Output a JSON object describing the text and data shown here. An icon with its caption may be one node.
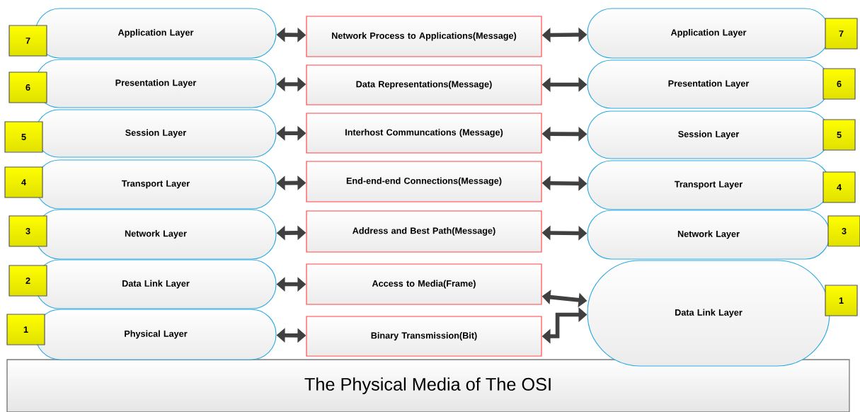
{
  "diagram": {
    "nodes": [
      {
        "text": [
          "Application Layer"
        ]
      },
      {
        "text": [
          "Presentation Layer"
        ]
      },
      {
        "text": [
          "Session Layer"
        ]
      },
      {
        "text": [
          "Transport Layer"
        ]
      },
      {
        "text": [
          "Network Layer"
        ]
      },
      {
        "text": [
          "Data Link Layer"
        ]
      },
      {
        "text": [
          "Physical Layer"
        ]
      },
      {
        "text": [
          "Network Process to Applications(Message)"
        ]
      },
      {
        "text": [
          "Data Representations(Message)"
        ]
      },
      {
        "text": [
          "Interhost Communcations (Message)"
        ]
      },
      {
        "text": [
          "End-end-end Connections(Message)"
        ]
      },
      {
        "text": [
          "Address and Best Path(Message)"
        ]
      },
      {
        "text": [
          "Access to Media(Frame)"
        ]
      },
      {
        "text": [
          "Binary Transmission(Bit)"
        ]
      },
      {
        "text": [
          "Application Layer"
        ]
      },
      {
        "text": [
          "Presentation Layer"
        ]
      },
      {
        "text": [
          "Session Layer"
        ]
      },
      {
        "text": [
          "Transport Layer"
        ]
      },
      {
        "text": [
          "Network Layer"
        ]
      },
      {
        "text": [
          "Data Link Layer"
        ]
      },
      {
        "text": [
          "The Physical Media of The OSI"
        ]
      },
      {
        "text": [
          "7"
        ]
      },
      {
        "text": [
          "6"
        ]
      },
      {
        "text": [
          "5"
        ]
      },
      {
        "text": [
          "4"
        ]
      },
      {
        "text": [
          "3"
        ]
      },
      {
        "text": [
          "2"
        ]
      },
      {
        "text": [
          "1"
        ]
      },
      {
        "text": [
          "7"
        ]
      },
      {
        "text": [
          "6"
        ]
      },
      {
        "text": [
          "5"
        ]
      },
      {
        "text": [
          "4"
        ]
      },
      {
        "text": [
          "3"
        ]
      },
      {
        "text": [
          "1"
        ]
      }
    ],
    "edges": [
      {
        "from": 0,
        "to": 7,
        "arrow": "both"
      },
      {
        "from": 1,
        "to": 8,
        "arrow": "both"
      },
      {
        "from": 2,
        "to": 9,
        "arrow": "both"
      },
      {
        "from": 3,
        "to": 10,
        "arrow": "both"
      },
      {
        "from": 4,
        "to": 11,
        "arrow": "both"
      },
      {
        "from": 5,
        "to": 12,
        "arrow": "both"
      },
      {
        "from": 6,
        "to": 13,
        "arrow": "both"
      },
      {
        "from": 7,
        "to": 14,
        "arrow": "both"
      },
      {
        "from": 8,
        "to": 15,
        "arrow": "both"
      },
      {
        "from": 9,
        "to": 16,
        "arrow": "both"
      },
      {
        "from": 10,
        "to": 17,
        "arrow": "both"
      },
      {
        "from": 11,
        "to": 18,
        "arrow": "both"
      },
      {
        "from": 12,
        "to": 19,
        "arrow": "both"
      },
      {
        "from": 13,
        "to": 19,
        "arrow": "both"
      }
    ]
  }
}
